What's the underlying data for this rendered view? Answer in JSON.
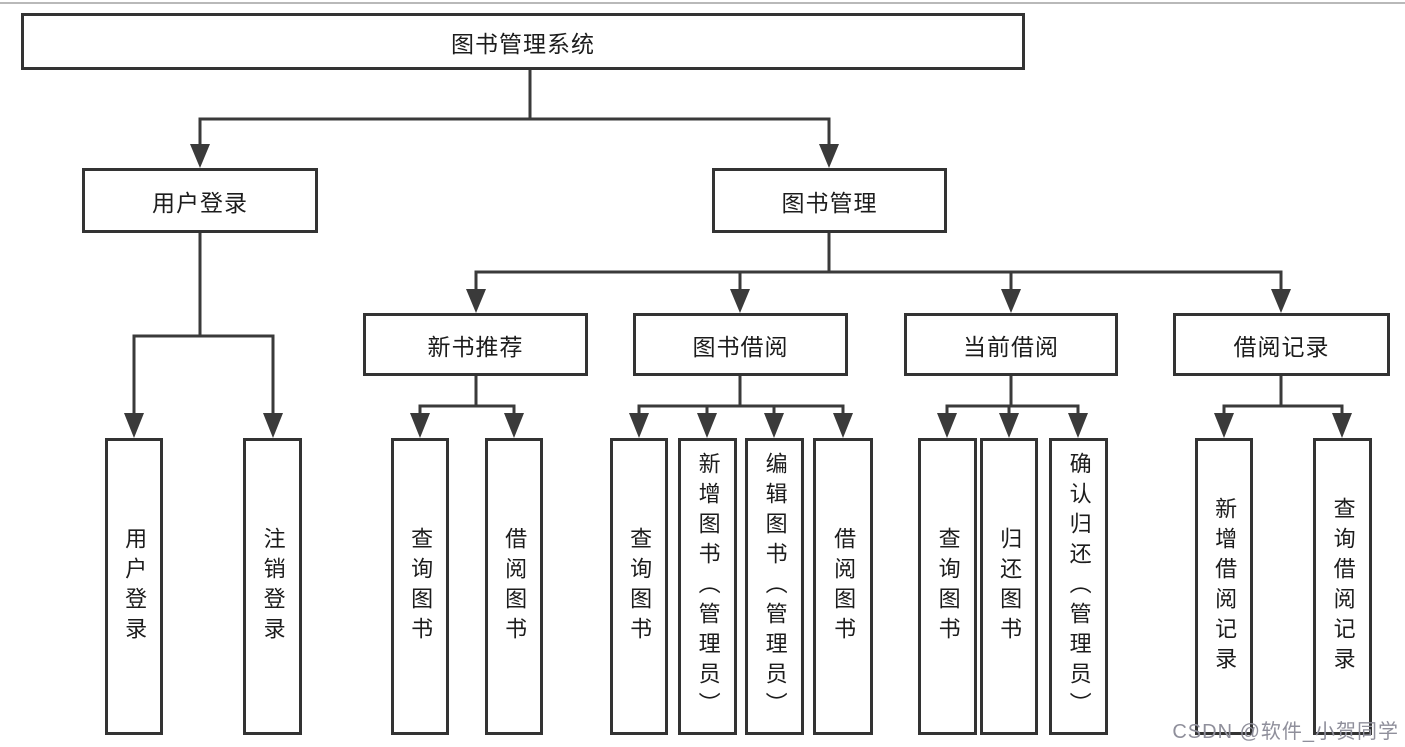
{
  "diagram": {
    "title": "图书管理系统",
    "root": {
      "label": "图书管理系统"
    },
    "level2": [
      {
        "id": "user-login",
        "label": "用户登录"
      },
      {
        "id": "book-management",
        "label": "图书管理"
      }
    ],
    "level3": [
      {
        "id": "new-book-recommend",
        "parent": "图书管理",
        "label": "新书推荐"
      },
      {
        "id": "book-borrow",
        "parent": "图书管理",
        "label": "图书借阅"
      },
      {
        "id": "current-borrow",
        "parent": "图书管理",
        "label": "当前借阅"
      },
      {
        "id": "borrow-records",
        "parent": "图书管理",
        "label": "借阅记录"
      }
    ],
    "leaves": [
      {
        "parent": "用户登录",
        "label": "用户登录"
      },
      {
        "parent": "用户登录",
        "label": "注销登录"
      },
      {
        "parent": "新书推荐",
        "label": "查询图书"
      },
      {
        "parent": "新书推荐",
        "label": "借阅图书"
      },
      {
        "parent": "图书借阅",
        "label": "查询图书"
      },
      {
        "parent": "图书借阅",
        "label": "新增图书（管理员）"
      },
      {
        "parent": "图书借阅",
        "label": "编辑图书（管理员）"
      },
      {
        "parent": "图书借阅",
        "label": "借阅图书"
      },
      {
        "parent": "当前借阅",
        "label": "查询图书"
      },
      {
        "parent": "当前借阅",
        "label": "归还图书"
      },
      {
        "parent": "当前借阅",
        "label": "确认归还（管理员）"
      },
      {
        "parent": "借阅记录",
        "label": "新增借阅记录"
      },
      {
        "parent": "借阅记录",
        "label": "查询借阅记录"
      }
    ]
  },
  "watermark": "CSDN @软件_小贺同学",
  "colors": {
    "line": "#3a3a3a",
    "box_border": "#333333",
    "text": "#1c1c1c",
    "watermark": "#8f8f9b",
    "background": "#ffffff"
  }
}
